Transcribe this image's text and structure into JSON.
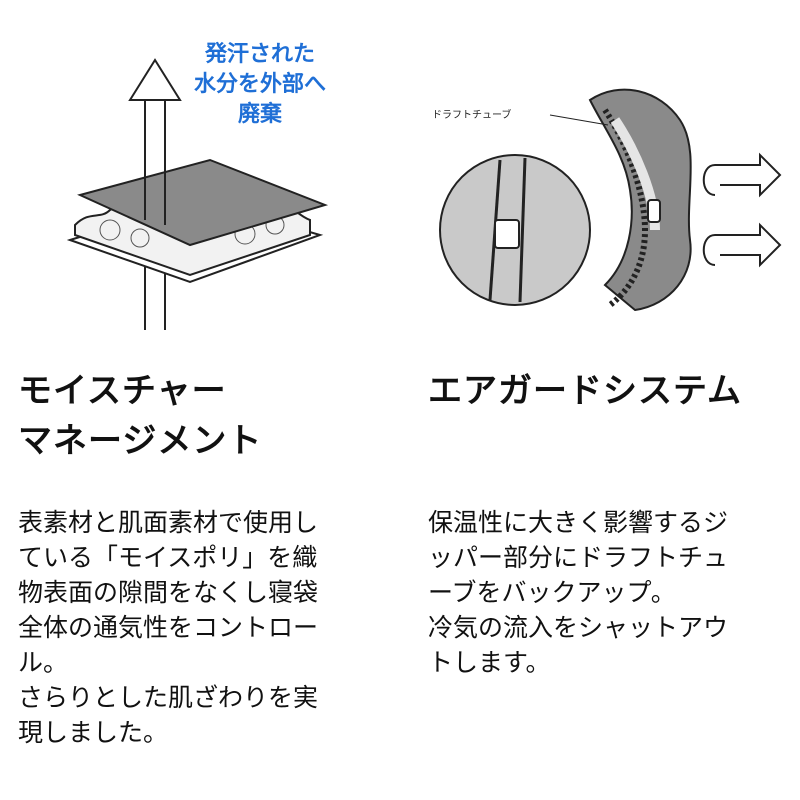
{
  "left": {
    "annotation": [
      "発汗された",
      "水分を外部へ",
      "廃棄"
    ],
    "heading": [
      "モイスチャー",
      "マネージメント"
    ],
    "body": [
      "表素材と肌面素材で使用し",
      "ている「モイスポリ」を織",
      "物表面の隙間をなくし寝袋",
      "全体の通気性をコントロー",
      "ル。",
      "さらりとした肌ざわりを実",
      "現しました。"
    ]
  },
  "right": {
    "callout_label": "ドラフトチューブ",
    "heading": [
      "エアガードシステム"
    ],
    "body": [
      "保温性に大きく影響するジ",
      "ッパー部分にドラフトチュ",
      "ーブをバックアップ。",
      "冷気の流入をシャットアウ",
      "トします。"
    ]
  },
  "colors": {
    "annotation_blue": "#1f6fd6",
    "fabric_gray": "#8a8a8a",
    "circle_gray": "#c9c9c9"
  }
}
